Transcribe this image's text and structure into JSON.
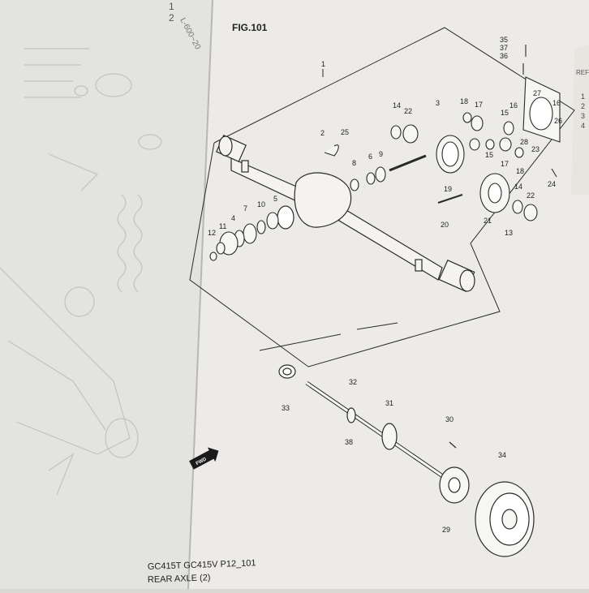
{
  "left_page": {
    "lines": [
      "1",
      "2",
      "L-600~20"
    ]
  },
  "figure": {
    "title": "FIG.101",
    "part_numbers": [
      "1",
      "2",
      "3",
      "4",
      "5",
      "6",
      "7",
      "8",
      "9",
      "10",
      "11",
      "12",
      "13",
      "14",
      "14",
      "15",
      "15",
      "16",
      "16",
      "17",
      "17",
      "18",
      "18",
      "19",
      "20",
      "21",
      "22",
      "22",
      "23",
      "24",
      "25",
      "26",
      "27",
      "28",
      "29",
      "30",
      "31",
      "32",
      "33",
      "34",
      "35",
      "36",
      "37",
      "38"
    ],
    "fwd_label": "FWD"
  },
  "footer": {
    "model_line": "GC415T GC415V P12_101",
    "section_title": "REAR AXLE (2)"
  },
  "right_page": {
    "fragments": [
      "REF",
      "1",
      "2",
      "3",
      "4"
    ]
  },
  "colors": {
    "paper": "#eeedea",
    "ink": "#2a2a2a",
    "faint_ink": "#b9b9b4"
  }
}
